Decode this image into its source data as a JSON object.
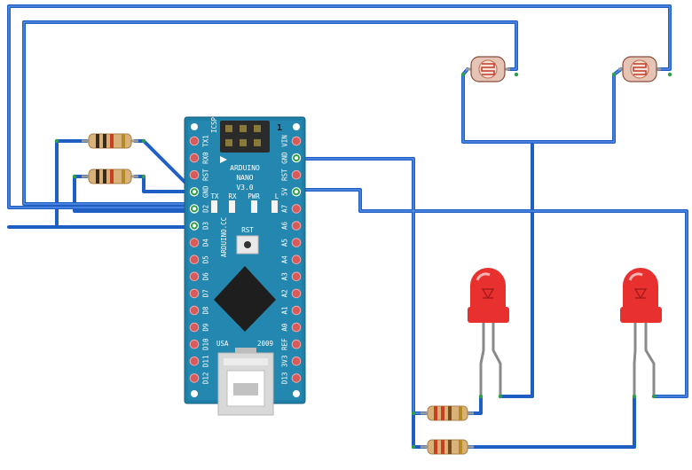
{
  "board": {
    "name_line1": "ARDUINO",
    "name_line2": "NANO",
    "name_line3": "V3.0",
    "side_label": "ARDUINO.CC",
    "icsp": "ICSP",
    "icsp_num": "1",
    "usa": "USA",
    "year": "2009",
    "rst_button": "RST",
    "leds": [
      "TX",
      "RX",
      "PWR",
      "L"
    ],
    "left_pins": [
      "TX1",
      "RX0",
      "RST",
      "GND",
      "D2",
      "D3",
      "D4",
      "D5",
      "D6",
      "D7",
      "D8",
      "D9",
      "D10",
      "D11",
      "D12"
    ],
    "right_pins": [
      "VIN",
      "GND",
      "RST",
      "5V",
      "A7",
      "A6",
      "A5",
      "A4",
      "A3",
      "A2",
      "A1",
      "A0",
      "REF",
      "3V3",
      "D13"
    ]
  },
  "colors": {
    "wire": "#1f5fc4",
    "board": "#1f7fa6",
    "led": "#e8302e",
    "ldr": "#c8785a",
    "resistor_body": "#d9b27a"
  }
}
